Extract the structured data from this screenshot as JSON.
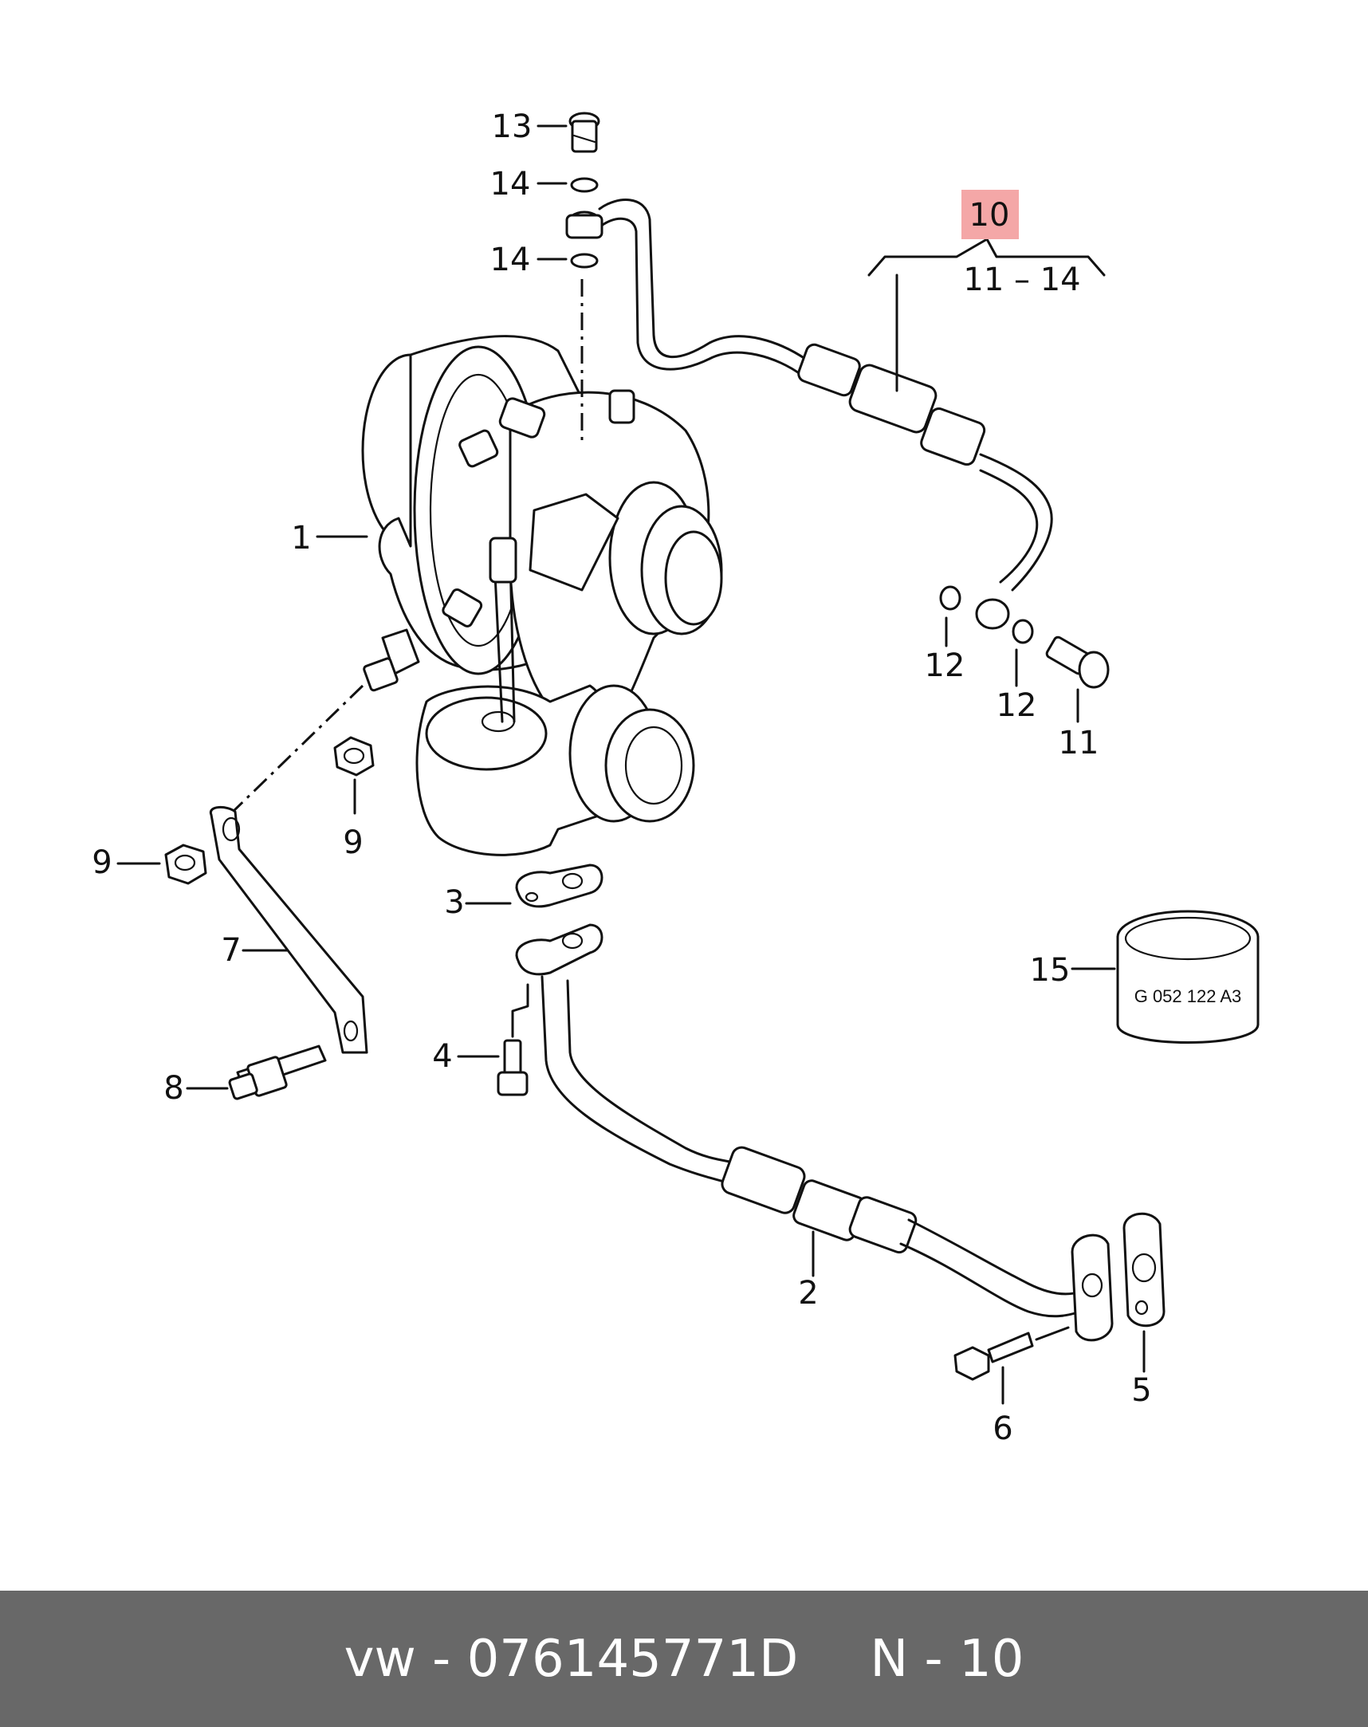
{
  "labels": {
    "l1": "1",
    "l2": "2",
    "l3": "3",
    "l4": "4",
    "l5": "5",
    "l6": "6",
    "l7": "7",
    "l8": "8",
    "l9a": "9",
    "l9b": "9",
    "l10": "10",
    "l11a": "11 – 14",
    "l11b": "11",
    "l12a": "12",
    "l12b": "12",
    "l13": "13",
    "l14a": "14",
    "l14b": "14",
    "l15": "15"
  },
  "part_marking": "G 052 122 A3",
  "footer": {
    "brand_part": "vw - 076145771D",
    "page_ref": "N - 10"
  },
  "colors": {
    "highlight": "#f4a7a7",
    "footer_bg": "#686868"
  }
}
